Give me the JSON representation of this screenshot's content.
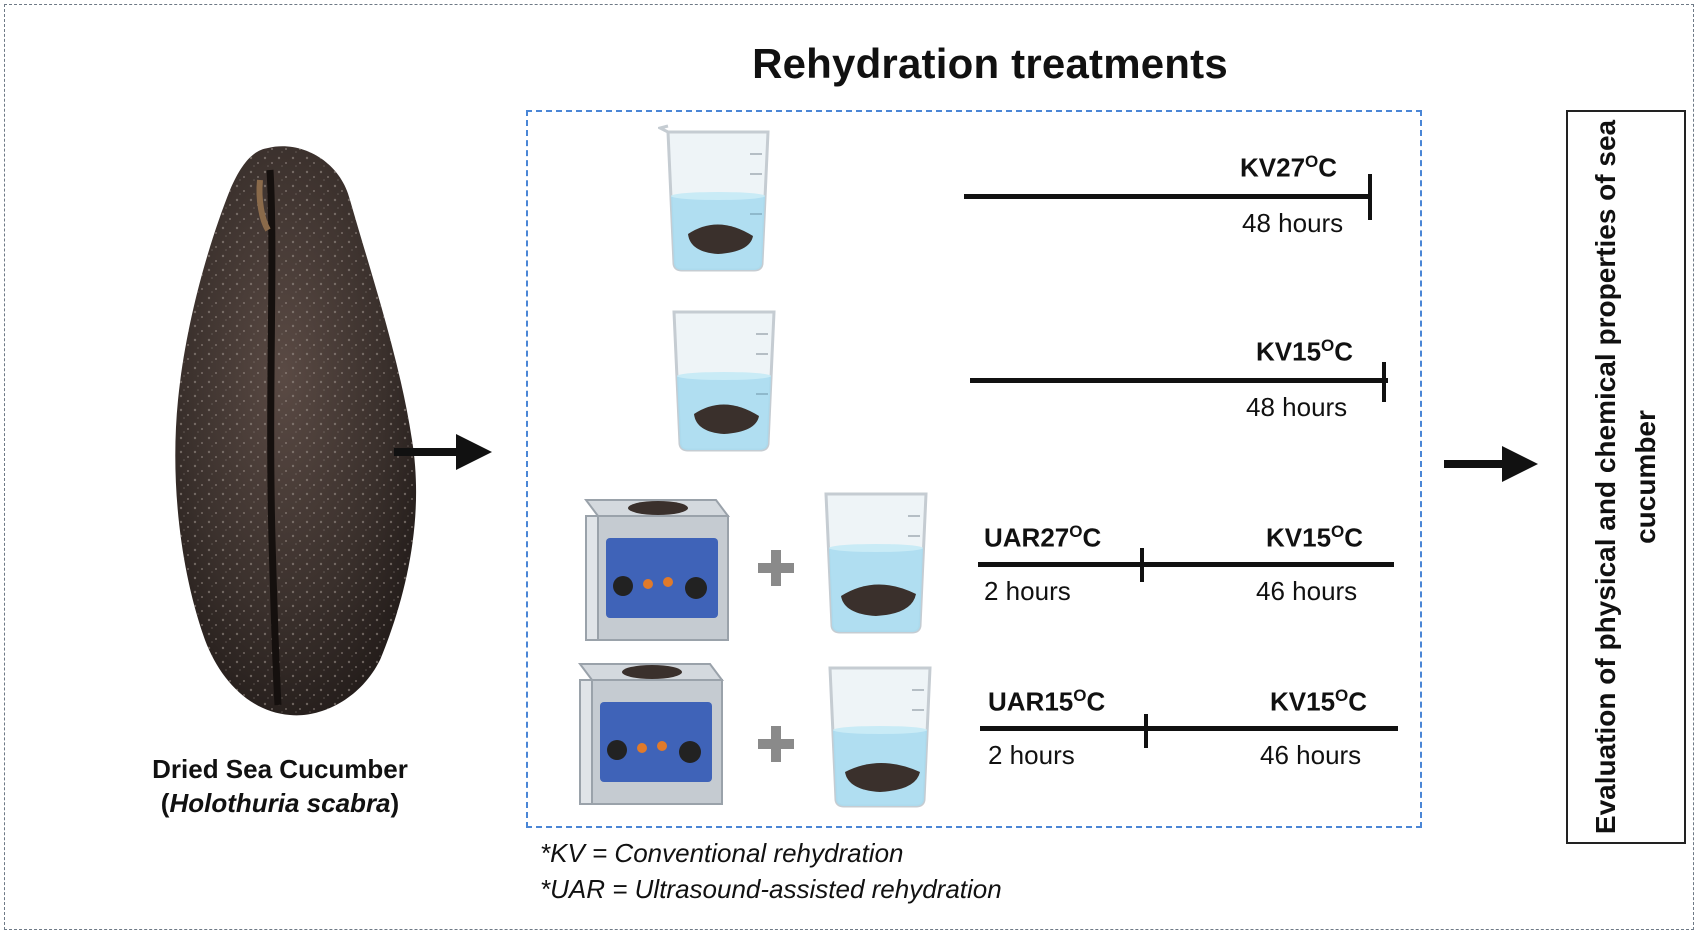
{
  "title": "Rehydration treatments",
  "sample": {
    "name": "Dried Sea Cucumber",
    "species": "Holothuria scabra"
  },
  "treatments": [
    {
      "label": "KV27",
      "label_sup": "O",
      "label_unit": "C",
      "duration": "48 hours"
    },
    {
      "label": "KV15",
      "label_sup": "O",
      "label_unit": "C",
      "duration": "48 hours"
    },
    {
      "pre_label": "UAR27",
      "pre_sup": "O",
      "pre_unit": "C",
      "pre_duration": "2 hours",
      "label": "KV15",
      "label_sup": "O",
      "label_unit": "C",
      "duration": "46 hours"
    },
    {
      "pre_label": "UAR15",
      "pre_sup": "O",
      "pre_unit": "C",
      "pre_duration": "2 hours",
      "label": "KV15",
      "label_sup": "O",
      "label_unit": "C",
      "duration": "46 hours"
    }
  ],
  "abbreviations": [
    "*KV = Conventional rehydration",
    "*UAR = Ultrasound-assisted rehydration"
  ],
  "evaluation": {
    "text": "Evaluation of physical and chemical properties of sea cucumber"
  },
  "colors": {
    "frame": "#6f7a86",
    "treatment_box": "#4a86d6",
    "water": "#a8dcef",
    "sonicator_panel": "#3f63b8",
    "cucumber": "#3a302c"
  }
}
